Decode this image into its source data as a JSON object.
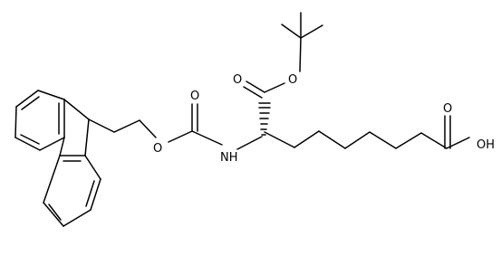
{
  "molecule": {
    "atom_labels": {
      "ester_carbonyl_o": "O",
      "ester_o": "O",
      "carbamate_carbonyl_o": "O",
      "carbamate_o": "O",
      "amine_nh": "NH",
      "acid_carbonyl_o": "O",
      "acid_oh": "OH"
    }
  }
}
